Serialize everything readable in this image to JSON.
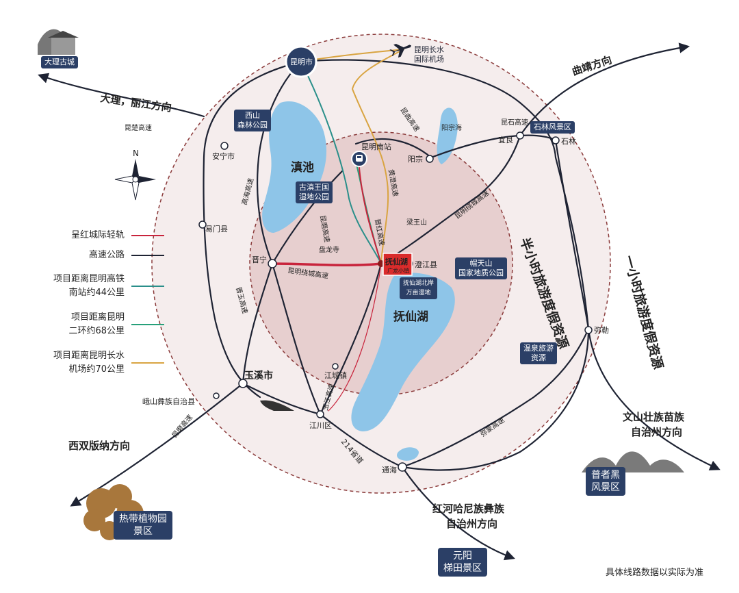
{
  "colors": {
    "rail": "#c8243c",
    "highway": "#1e2333",
    "route_hsr": "#2a8f8a",
    "route_ring": "#27a07a",
    "route_airport": "#d9a441",
    "inner_circle": "#e7cfcf",
    "outer_circle": "#f5eded",
    "lake": "#8ec5e8",
    "badge": "#2b3f66",
    "project": "#d92b2b"
  },
  "cities": {
    "kunming": "昆明市",
    "airport": "昆明长水\n国际机场",
    "kunming_south": "昆明南站",
    "anning": "安宁市",
    "yimen": "易门县",
    "jinning": "晋宁",
    "yuxi": "玉溪市",
    "eshan": "峨山彝族自治县",
    "jiangcheng": "江城镇",
    "jiangchuan": "江川区",
    "tonghai": "通海",
    "chengjiang": "澄江县",
    "yangzong": "阳宗",
    "yiliang": "宜良",
    "shilin": "石林",
    "mile": "弥勒",
    "panlong_temple": "盘龙寺",
    "liangwang": "梁王山"
  },
  "lakes": {
    "dianchi": "滇池",
    "fuxian": "抚仙湖",
    "yangzonghai": "阳宗海"
  },
  "badges": {
    "dali": "大理古城",
    "xishan": "西山\n森林公园",
    "gudian": "古滇王国\n湿地公园",
    "shilin_scenic": "石林风景区",
    "fuxian_north": "抚仙湖北岸\n万亩湿地",
    "mingtian": "帽天山\n国家地质公园",
    "hot_spring": "温泉旅游\n资源",
    "tropical": "热带植物园\n景区",
    "yuanyang": "元阳\n梯田景区",
    "puzhehei": "普者黑\n风景区",
    "project": "抚仙湖",
    "project_sub": "广龙小镇"
  },
  "roads": {
    "chuxiong": "昆楚高速",
    "shishi": "昆石高速",
    "gaohai": "高海高速",
    "kunmo": "昆磨高速",
    "ring": "昆明绕城高速",
    "ring_east": "昆明绕城高速",
    "huangcheng": "黄澄高速",
    "jinyu": "晋玉高速",
    "kunmo2": "昆磨高速",
    "yujiang": "玉江高速",
    "s214": "214省道",
    "mimeng": "弥蒙高速",
    "chengdu": "昆曲高速",
    "jinhong": "晋红高速"
  },
  "directions": {
    "dali_lijiang": "大理，丽江方向",
    "qujing": "曲靖方向",
    "xishuangbanna": "西双版纳方向",
    "wenshan": "文山壮族苗族\n自治州方向",
    "honghe": "红河哈尼族彝族\n自治州方向"
  },
  "rings": {
    "half_hour": "半小时旅游度假资源",
    "one_hour": "一小时旅游度假资源"
  },
  "compass": "N",
  "legend": [
    {
      "label": "呈红城际轻轨",
      "color": "#c8243c"
    },
    {
      "label": "高速公路",
      "color": "#1e2333"
    },
    {
      "label": "项目距离昆明高铁\n南站约44公里",
      "color": "#2a8f8a"
    },
    {
      "label": "项目距离昆明\n二环约68公里",
      "color": "#27a07a"
    },
    {
      "label": "项目距离昆明长水\n机场约70公里",
      "color": "#d9a441"
    }
  ],
  "footnote": "具体线路数据以实际为准"
}
